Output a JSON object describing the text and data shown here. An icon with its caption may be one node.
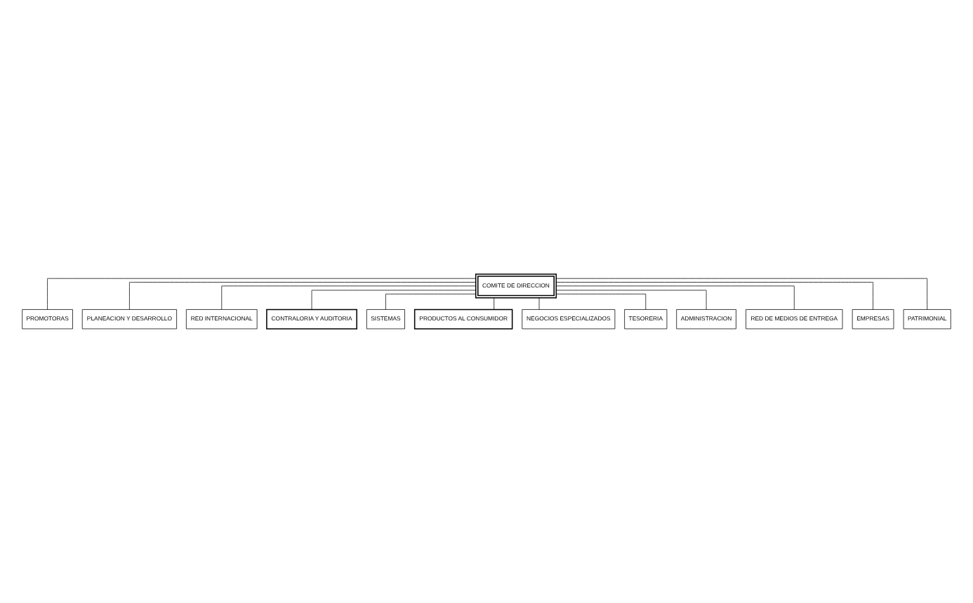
{
  "diagram": {
    "nodes": [
      {
        "text": [
          "COMITE DE DIRECCION"
        ]
      },
      {
        "text": [
          "PROMOTORAS"
        ]
      },
      {
        "text": [
          "PLANEACION Y DESARROLLO"
        ]
      },
      {
        "text": [
          "RED INTERNACIONAL"
        ]
      },
      {
        "text": [
          "CONTRALORIA Y AUDITORIA"
        ]
      },
      {
        "text": [
          "SISTEMAS"
        ]
      },
      {
        "text": [
          "PRODUCTOS AL CONSUMIDOR"
        ]
      },
      {
        "text": [
          "NEGOCIOS ESPECIALIZADOS"
        ]
      },
      {
        "text": [
          "TESORERIA"
        ]
      },
      {
        "text": [
          "ADMINISTRACION"
        ]
      },
      {
        "text": [
          "RED DE MEDIOS DE ENTREGA"
        ]
      },
      {
        "text": [
          "EMPRESAS"
        ]
      },
      {
        "text": [
          "PATRIMONIAL"
        ]
      }
    ],
    "edges": [
      {
        "from": 0,
        "to": 1,
        "arrow": "none"
      },
      {
        "from": 0,
        "to": 2,
        "arrow": "none"
      },
      {
        "from": 0,
        "to": 3,
        "arrow": "none"
      },
      {
        "from": 0,
        "to": 4,
        "arrow": "none"
      },
      {
        "from": 0,
        "to": 5,
        "arrow": "none"
      },
      {
        "from": 0,
        "to": 6,
        "arrow": "none"
      },
      {
        "from": 0,
        "to": 10,
        "arrow": "none"
      },
      {
        "from": 0,
        "to": 7,
        "arrow": "none"
      },
      {
        "from": 0,
        "to": 11,
        "arrow": "none"
      },
      {
        "from": 0,
        "to": 8,
        "arrow": "none"
      },
      {
        "from": 0,
        "to": 12,
        "arrow": "none"
      },
      {
        "from": 0,
        "to": 9,
        "arrow": "none"
      }
    ]
  }
}
